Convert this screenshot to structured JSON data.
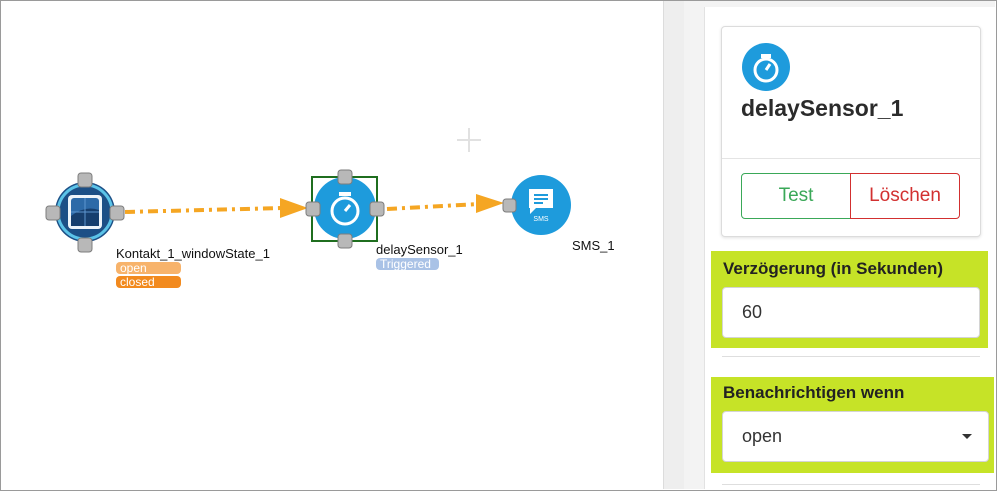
{
  "canvas": {
    "nodes": [
      {
        "label": "Kontakt_1_windowState_1",
        "badges": [
          "open",
          "closed"
        ]
      },
      {
        "label": "delaySensor_1",
        "badges": [
          "Triggered"
        ]
      },
      {
        "label": "SMS_1",
        "badges": [],
        "icon_text": "SMS"
      }
    ],
    "add_icon": "plus-icon"
  },
  "panel": {
    "title": "delaySensor_1",
    "icon": "stopwatch-icon",
    "test_label": "Test",
    "delete_label": "Löschen",
    "delay_label": "Verzögerung (in Sekunden)",
    "delay_value": "60",
    "notify_label": "Benachrichtigen wenn",
    "notify_value": "open"
  },
  "colors": {
    "highlight": "#c6e327",
    "node_blue": "#1e9bdc",
    "connector": "#f5a623",
    "badge_open": "#f7b36b",
    "badge_closed": "#f28a1e",
    "badge_triggered": "#a9c2e6",
    "test_green": "#3aa858",
    "delete_red": "#d23030"
  }
}
